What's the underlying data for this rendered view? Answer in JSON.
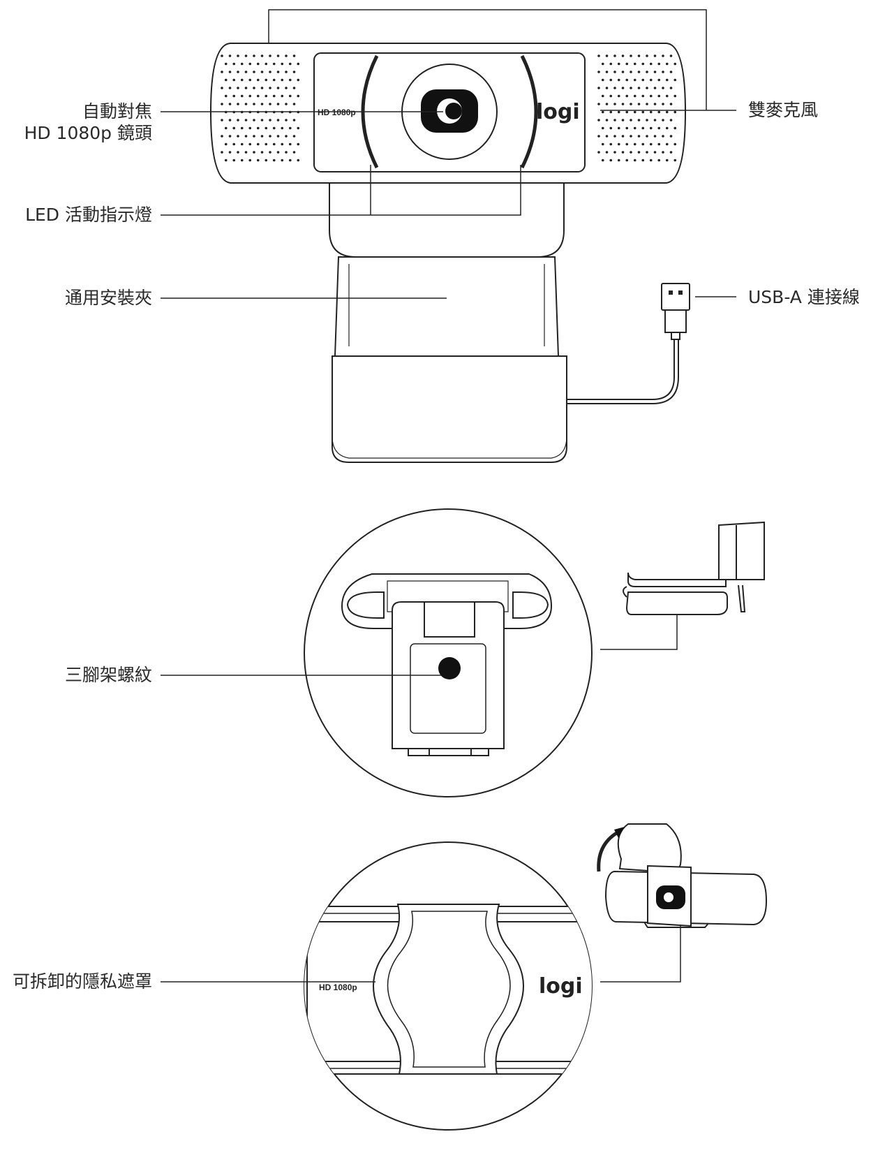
{
  "labels": {
    "autofocus_line1": "自動對焦",
    "autofocus_line2": "HD 1080p 鏡頭",
    "led": "LED 活動指示燈",
    "clip": "通用安裝夾",
    "mics": "雙麥克風",
    "usb": "USB-A 連接線",
    "tripod": "三腳架螺紋",
    "privacy": "可拆卸的隱私遮罩"
  },
  "device_text": {
    "hd_top": "HD 1080p",
    "logi_top": "logi",
    "hd_bottom": "HD 1080p",
    "logi_bottom": "logi"
  }
}
